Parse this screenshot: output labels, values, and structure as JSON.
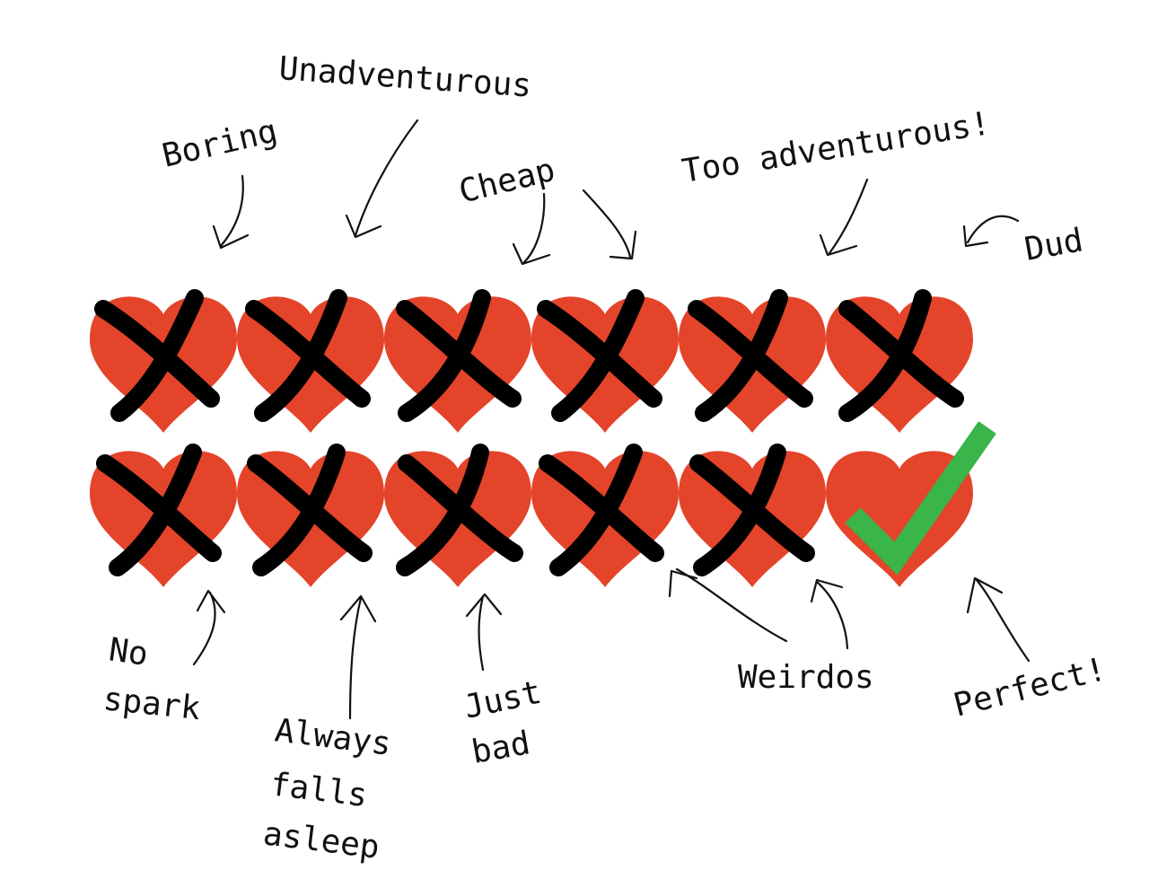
{
  "colors": {
    "heart": "#e4442a",
    "check": "#39b54a",
    "ink": "#000000"
  },
  "labels": {
    "unadventurous": "Unadventurous",
    "boring": "Boring",
    "cheap": "Cheap",
    "too_adventurous": "Too adventurous!",
    "dud": "Dud",
    "no_spark": [
      "No",
      "spark"
    ],
    "always_falls_asleep": [
      "Always",
      "falls",
      "asleep"
    ],
    "just_bad": [
      "Just",
      "bad"
    ],
    "weirdos": "Weirdos",
    "perfect": "Perfect!"
  },
  "hearts": {
    "rows": 2,
    "per_row": 6,
    "crossed_out": 11,
    "checked": 1
  }
}
